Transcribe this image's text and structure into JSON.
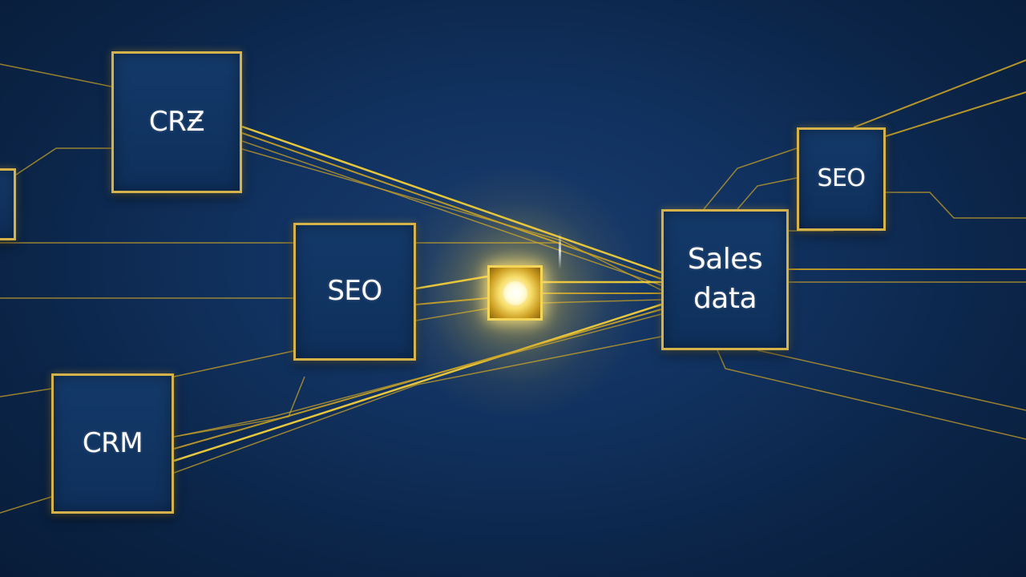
{
  "diagram": {
    "colors": {
      "background": "#0b2447",
      "wire": "#c9a227",
      "box_border": "#d6b24a",
      "box_fill": "#0e2f5a",
      "hub_glow": "#fff3a0",
      "text": "#ffffff"
    },
    "nodes": {
      "crz": {
        "label": "CRƵ"
      },
      "seo_center": {
        "label": "SEO"
      },
      "crm": {
        "label": "CRM"
      },
      "sales_data": {
        "label": "Sales\ndata"
      },
      "seo_right": {
        "label": "SEO"
      }
    },
    "hub": {
      "icon": "glowing-light-icon"
    }
  }
}
